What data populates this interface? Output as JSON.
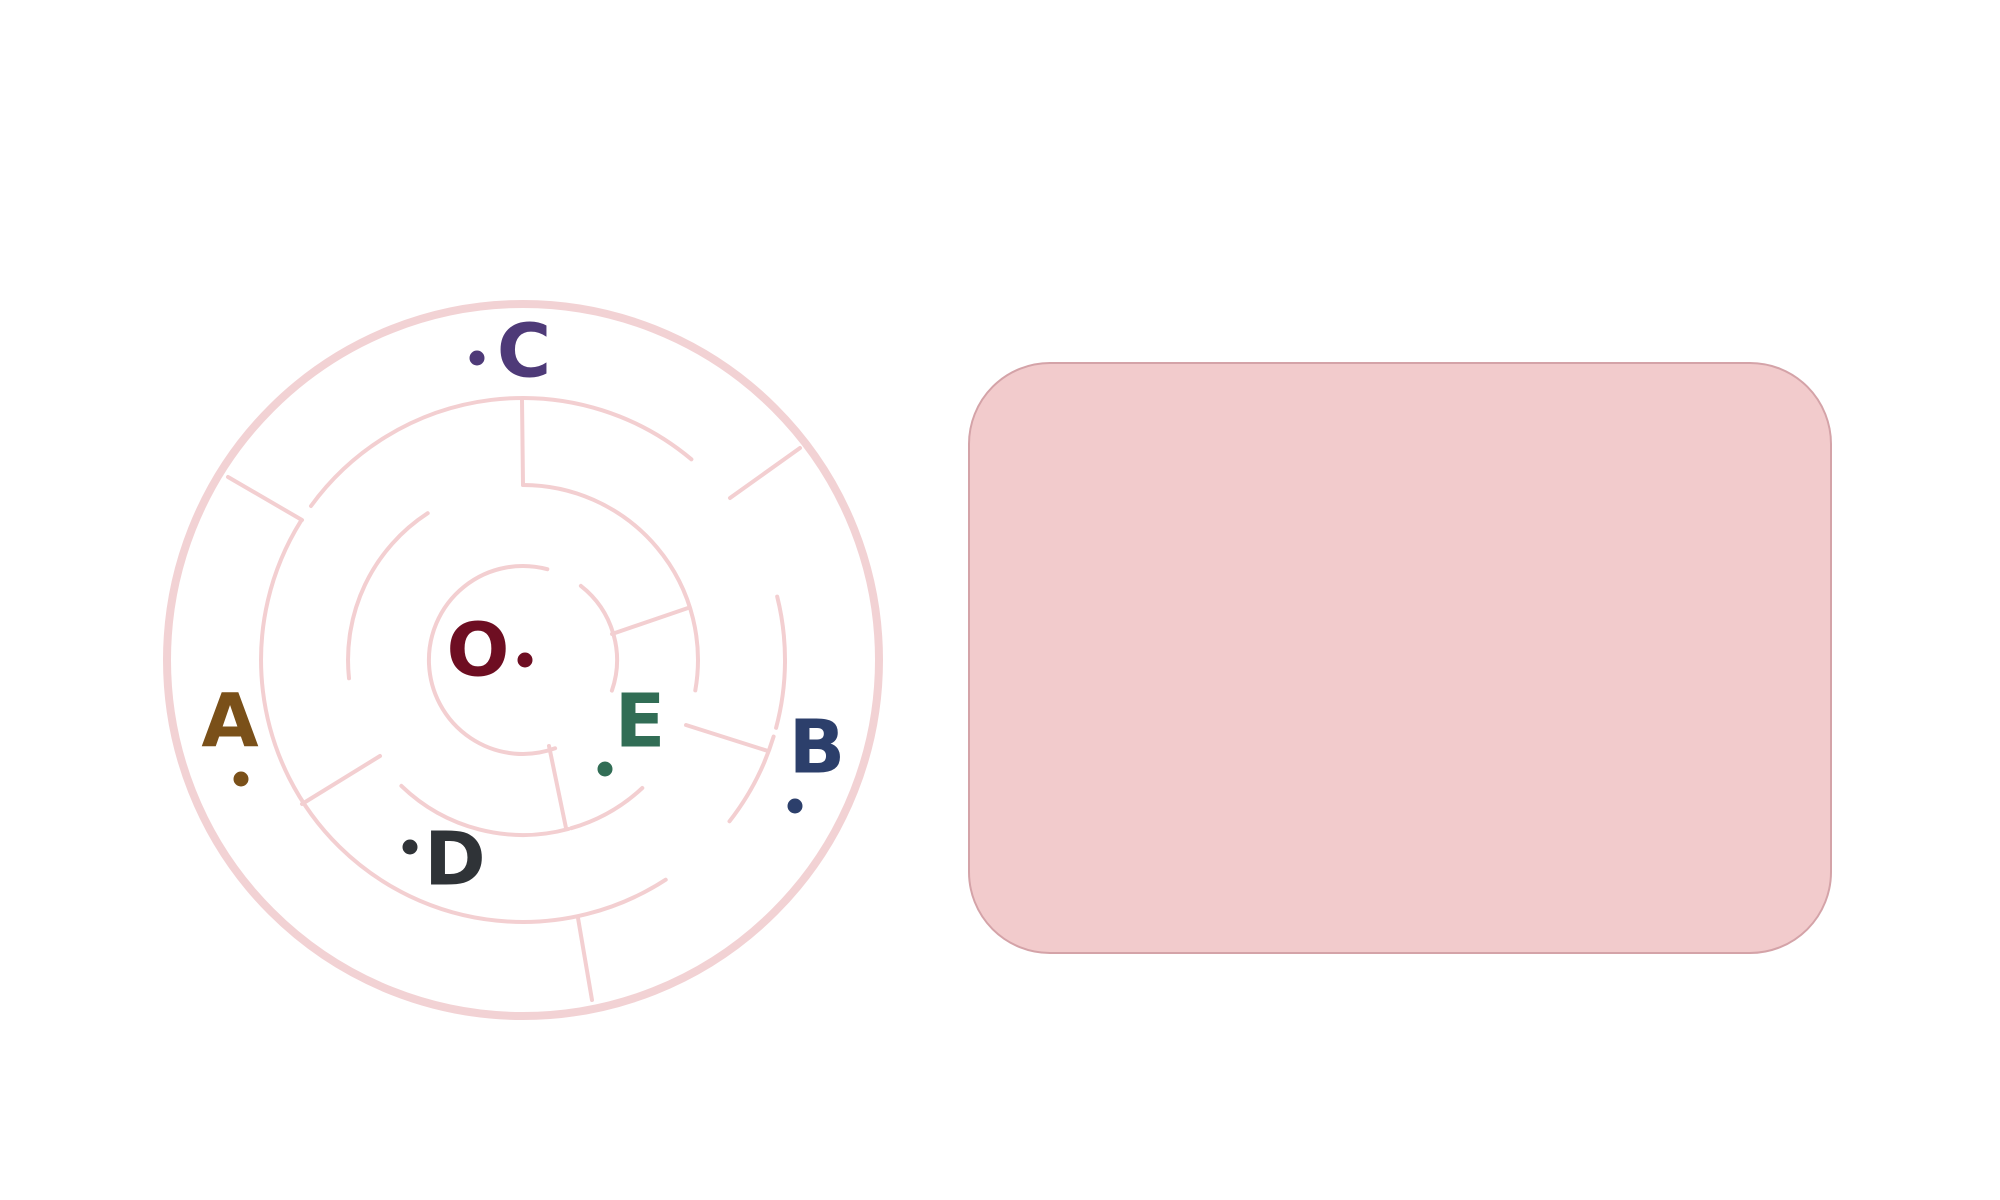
{
  "colors": {
    "maze_wall": "#f3cfd1",
    "maze_outer_wall": "#f2d2d4",
    "panel_fill": "#f2cbcc",
    "panel_border": "#d4a3a8"
  },
  "markers": [
    {
      "id": "O",
      "label": "O",
      "color": "#6e0e22"
    },
    {
      "id": "C",
      "label": "C",
      "color": "#4e3a78"
    },
    {
      "id": "A",
      "label": "A",
      "color": "#7a5019"
    },
    {
      "id": "B",
      "label": "B",
      "color": "#2c3f6b"
    },
    {
      "id": "D",
      "label": "D",
      "color": "#2f3337"
    },
    {
      "id": "E",
      "label": "E",
      "color": "#316d55"
    }
  ],
  "answer_panel": {
    "text": ""
  }
}
